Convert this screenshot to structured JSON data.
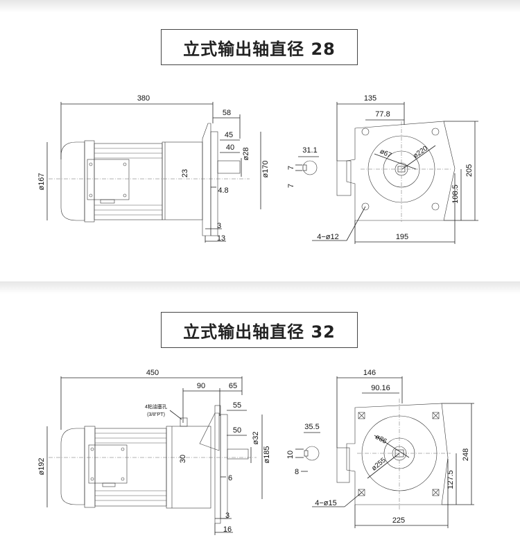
{
  "sections": [
    {
      "title": "立式输出轴直径 28",
      "side": {
        "overall": "380",
        "d58": "58",
        "d45": "45",
        "d40": "40",
        "shaft_d": "ø28",
        "flange_d": "ø170",
        "motor_d": "ø167",
        "d23": "23",
        "d4_8": "4.8",
        "d3": "3",
        "d13": "13"
      },
      "key": {
        "d31_1": "31.1",
        "d7a": "7",
        "d7b": "7"
      },
      "front": {
        "w135": "135",
        "w77_8": "77.8",
        "d67": "ø67",
        "d220": "ø220",
        "h205": "205",
        "h108_5": "108.5",
        "w195": "195",
        "holes": "4−ø12"
      }
    },
    {
      "title": "立式输出轴直径 32",
      "side": {
        "overall": "450",
        "d90": "90",
        "d65": "65",
        "d55": "55",
        "d50": "50",
        "shaft_d": "ø32",
        "flange_d": "ø185",
        "motor_d": "ø192",
        "d30": "30",
        "d6": "6",
        "d3": "3",
        "d16": "16",
        "note1": "4粘油塞孔",
        "note2": "(3/8\"PT)"
      },
      "key": {
        "d35_5": "35.5",
        "d10": "10",
        "d8": "8"
      },
      "front": {
        "w146": "146",
        "w90_16": "90.16",
        "d86": "ø86",
        "d255": "ø255",
        "h248": "248",
        "h127_5": "127.5",
        "w225": "225",
        "holes": "4−ø15"
      }
    }
  ]
}
